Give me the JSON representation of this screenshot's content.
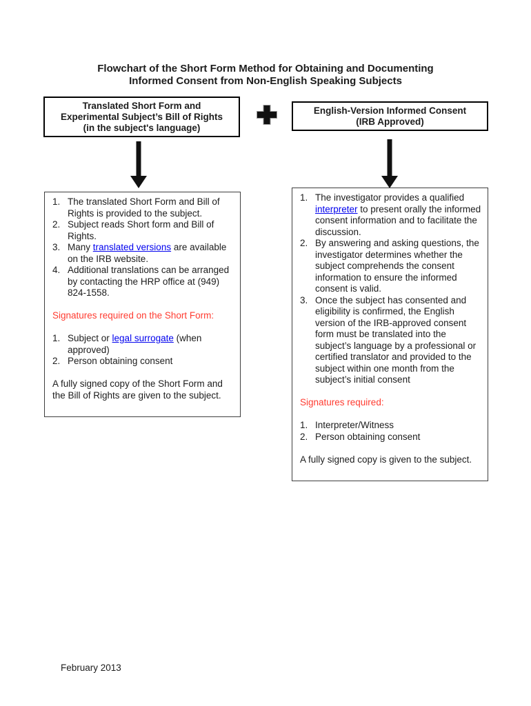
{
  "page": {
    "title_line1": "Flowchart of the Short Form Method for Obtaining and Documenting",
    "title_line2": "Informed Consent from Non-English Speaking Subjects",
    "footer_date": "February 2013"
  },
  "colors": {
    "heading_red": "#ff3b30",
    "link_blue": "#0000ee",
    "ink": "#1c1c1c"
  },
  "icons": {
    "plus": "heavy-plus-cross",
    "down_arrow": "solid-down-arrow"
  },
  "top_left_box": {
    "line1": "Translated Short Form and",
    "line2": "Experimental Subject’s Bill of Rights",
    "line3": "(in the subject's language)"
  },
  "top_right_box": {
    "line1": "English-Version Informed Consent",
    "line2": "(IRB Approved)"
  },
  "left_panel": {
    "steps": [
      {
        "parts": [
          {
            "text": "The translated Short Form and Bill of Rights is provided to the subject.",
            "link": false
          }
        ]
      },
      {
        "parts": [
          {
            "text": "Subject reads Short form and Bill of Rights.",
            "link": false
          }
        ]
      },
      {
        "parts": [
          {
            "text": "Many ",
            "link": false
          },
          {
            "text": "translated versions",
            "link": true
          },
          {
            "text": " are available on the IRB website.",
            "link": false
          }
        ]
      },
      {
        "parts": [
          {
            "text": "Additional translations can be arranged by contacting the HRP office at (949) 824-1558.",
            "link": false
          }
        ]
      }
    ],
    "signatures_heading": "Signatures required on the Short Form:",
    "signature_steps": [
      {
        "parts": [
          {
            "text": "Subject or ",
            "link": false
          },
          {
            "text": "legal surrogate",
            "link": true
          },
          {
            "text": " (when approved)",
            "link": false
          }
        ]
      },
      {
        "parts": [
          {
            "text": "Person obtaining consent",
            "link": false
          }
        ]
      }
    ],
    "closing": "A fully signed copy of the Short Form and the Bill of Rights are given to the subject."
  },
  "right_panel": {
    "steps": [
      {
        "parts": [
          {
            "text": "The investigator provides a qualified ",
            "link": false
          },
          {
            "text": "interpreter",
            "link": true
          },
          {
            "text": " to present orally the informed consent information and to facilitate the discussion.",
            "link": false
          }
        ]
      },
      {
        "parts": [
          {
            "text": "By answering and asking questions, the investigator determines whether the subject comprehends the consent information to ensure the informed consent is valid.",
            "link": false
          }
        ]
      },
      {
        "parts": [
          {
            "text": "Once the subject has consented and eligibility is confirmed, the English version of the IRB-approved consent form must be translated into the subject’s language by a professional or certified translator and provided to the subject within one month from the subject’s initial consent",
            "link": false
          }
        ]
      }
    ],
    "signatures_heading": "Signatures required:",
    "signature_steps": [
      {
        "parts": [
          {
            "text": "Interpreter/Witness",
            "link": false
          }
        ]
      },
      {
        "parts": [
          {
            "text": "Person obtaining consent",
            "link": false
          }
        ]
      }
    ],
    "closing": "A fully signed copy is given to the subject."
  }
}
